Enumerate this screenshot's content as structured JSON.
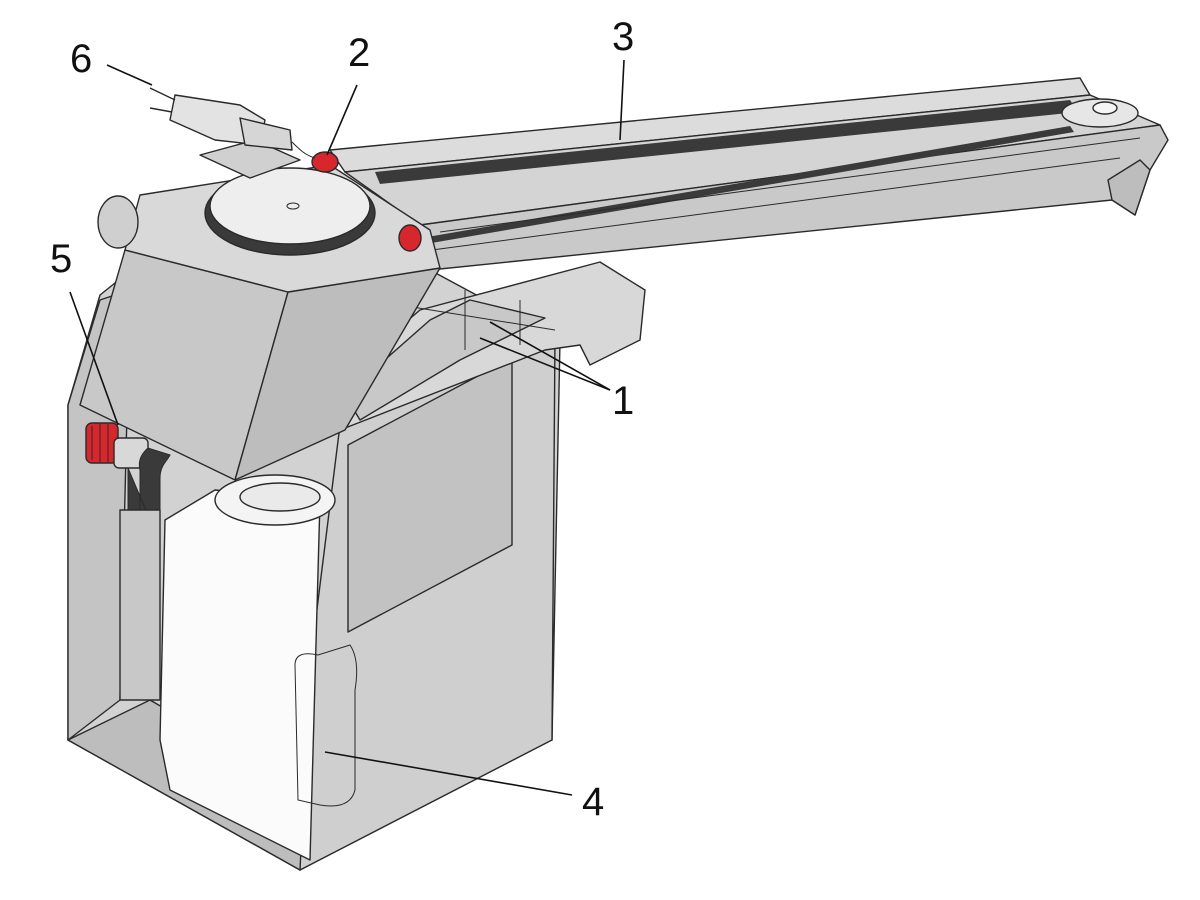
{
  "colors": {
    "housing": "#d2d2d2",
    "housing_shade": "#bdbdbd",
    "housing_light": "#e1e1e1",
    "belt": "#3a3a3a",
    "accent_red": "#d8262d",
    "canister": "#fbfbfb",
    "outline": "#2a2a2a"
  },
  "callouts": [
    {
      "id": "1",
      "label": "1"
    },
    {
      "id": "2",
      "label": "2"
    },
    {
      "id": "3",
      "label": "3"
    },
    {
      "id": "4",
      "label": "4"
    },
    {
      "id": "5",
      "label": "5"
    },
    {
      "id": "6",
      "label": "6"
    }
  ]
}
